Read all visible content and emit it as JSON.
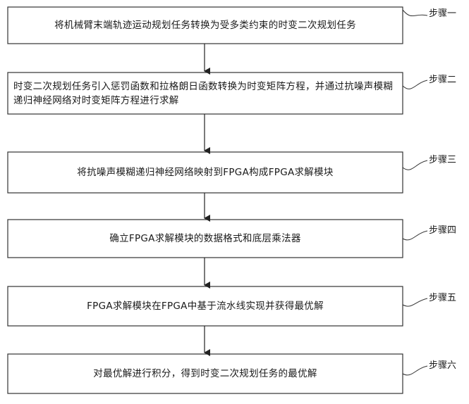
{
  "steps": [
    {
      "label": "步骤一",
      "text": "将机械臂末端轨迹运动规划任务转换为受多类约束的时变二次规划任务"
    },
    {
      "label": "步骤二",
      "text": "时变二次规划任务引入惩罚函数和拉格朗日函数转换为时变矩阵方程，并通过抗噪声模糊递归神经网络对时变矩阵方程进行求解"
    },
    {
      "label": "步骤三",
      "text": "将抗噪声模糊递归神经网络映射到FPGA构成FPGA求解模块"
    },
    {
      "label": "步骤四",
      "text": "确立FPGA求解模块的数据格式和底层乘法器"
    },
    {
      "label": "步骤五",
      "text": "FPGA求解模块在FPGA中基于流水线实现并获得最优解"
    },
    {
      "label": "步骤六",
      "text": "对最优解进行积分，得到时变二次规划任务的最优解"
    }
  ]
}
